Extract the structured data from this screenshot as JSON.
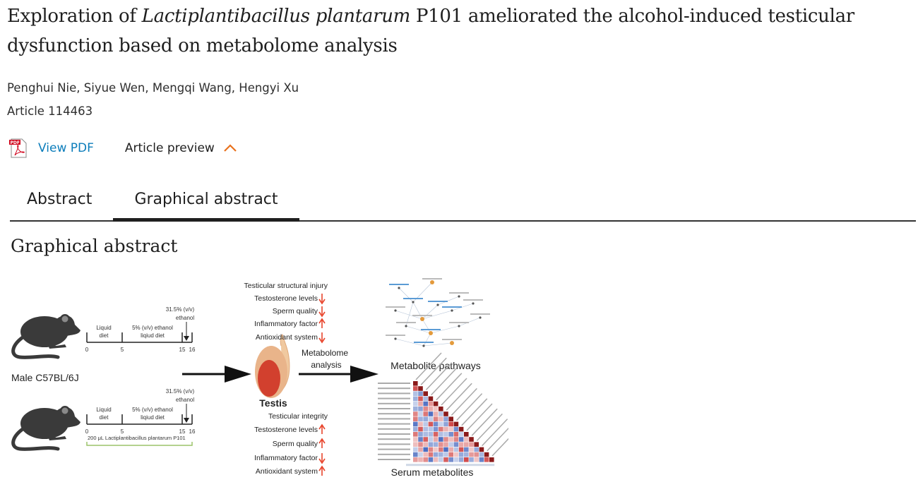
{
  "article": {
    "title_before": "Exploration of ",
    "title_italic": "Lactiplantibacillus plantarum",
    "title_after": " P101 ameliorated the alcohol-induced testicular dysfunction based on metabolome analysis",
    "authors": "Penghui Nie, Siyue Wen, Mengqi Wang, Hengyi Xu",
    "article_number": "Article 114463"
  },
  "actions": {
    "view_pdf": "View PDF",
    "pdf_icon_label": "PDF",
    "article_preview": "Article preview"
  },
  "tabs": [
    {
      "label": "Abstract",
      "active": false
    },
    {
      "label": "Graphical abstract",
      "active": true
    }
  ],
  "section_heading": "Graphical abstract",
  "figure": {
    "strain": "Male C57BL/6J",
    "timeline": {
      "liquid_diet_1": "Liquid",
      "liquid_diet_2": "diet",
      "ethanol_diet_1": "5% (v/v) ethanol",
      "ethanol_diet_2": "liqiud diet",
      "gavage_1": "31.5% (v/v)",
      "gavage_2": "ethanol",
      "ticks": [
        "0",
        "5",
        "15",
        "16"
      ]
    },
    "treatment": "200 μL  Lactiplantibacillus plantarum  P101",
    "organ": "Testis",
    "alcohol_effects": [
      {
        "label": "Testicular structural injury",
        "direction": "none"
      },
      {
        "label": "Testosterone levels",
        "direction": "down"
      },
      {
        "label": "Sperm quality",
        "direction": "down"
      },
      {
        "label": "Inflammatory factor",
        "direction": "up"
      },
      {
        "label": "Antioxidant system",
        "direction": "down"
      }
    ],
    "probiotic_effects": [
      {
        "label": "Testicular integrity",
        "direction": "none"
      },
      {
        "label": "Testosterone levels",
        "direction": "up"
      },
      {
        "label": "Sperm quality",
        "direction": "up"
      },
      {
        "label": "Inflammatory factor",
        "direction": "down"
      },
      {
        "label": "Antioxidant system",
        "direction": "up"
      }
    ],
    "metabolome_1": "Metabolome",
    "metabolome_2": "analysis",
    "pathways_label": "Metabolite pathways",
    "serum_label": "Serum metabolites",
    "colors": {
      "arrow": "#e8432a",
      "mouse": "#3a3a3a",
      "testis_outer": "#e9b48a",
      "testis_inner": "#d2402e",
      "bracket": "#9cc46a"
    }
  }
}
